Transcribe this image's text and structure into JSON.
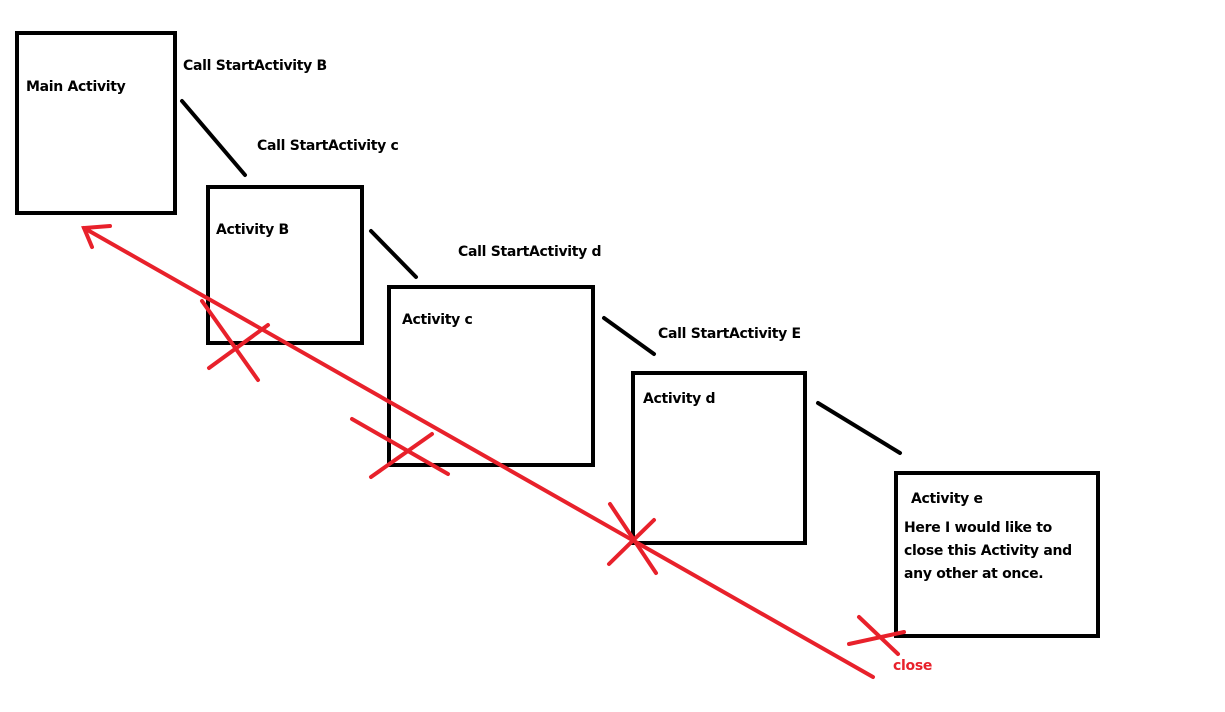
{
  "diagram": {
    "activities": [
      {
        "id": "main",
        "title": "Main Activity"
      },
      {
        "id": "b",
        "title": "Activity B"
      },
      {
        "id": "c",
        "title": "Activity c"
      },
      {
        "id": "d",
        "title": "Activity d"
      },
      {
        "id": "e",
        "title": "Activity e",
        "note": "Here I would like to close this Activity and any other at once."
      }
    ],
    "calls": [
      {
        "from": "main",
        "to": "b",
        "label": "Call StartActivity B"
      },
      {
        "from": "b",
        "to": "c",
        "label": "Call StartActivity c"
      },
      {
        "from": "c",
        "to": "d",
        "label": "Call StartActivity d"
      },
      {
        "from": "d",
        "to": "e",
        "label": "Call StartActivity E"
      }
    ],
    "close_action": {
      "label": "close",
      "color": "#e8212b",
      "crossed_out": [
        "b",
        "c",
        "d",
        "e"
      ],
      "arrow_target": "main"
    },
    "colors": {
      "box_border": "#000000",
      "connector": "#000000",
      "annotation": "#e8212b"
    }
  }
}
